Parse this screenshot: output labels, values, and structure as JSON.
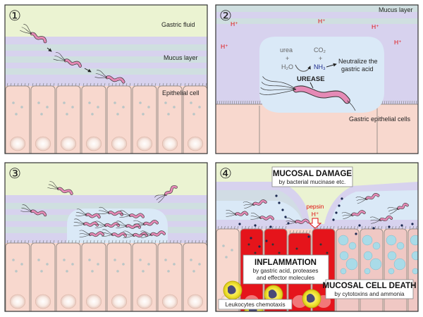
{
  "panels": [
    {
      "number": "①",
      "labels": {
        "fluid": "Gastric fluid",
        "mucus": "Mucus layer",
        "epithelium": "Epithelial cell"
      }
    },
    {
      "number": "②",
      "labels": {
        "mucus": "Mucus layer",
        "epithelium": "Gastric epithelial cells",
        "proton": "H⁺",
        "urea": "urea",
        "plus1": "+",
        "h2o": "H₂O",
        "co2": "CO₂",
        "plus2": "+",
        "nh3": "NH₃",
        "neutralize_1": "Neutralize the",
        "neutralize_2": "gastric acid",
        "urease": "UREASE"
      }
    },
    {
      "number": "③",
      "labels": {}
    },
    {
      "number": "④",
      "labels": {
        "damage_title": "MUCOSAL DAMAGE",
        "damage_sub": "by bacterial mucinase etc.",
        "pepsin": "pepsin",
        "proton": "H⁺",
        "inflam_title": "INFLAMMATION",
        "inflam_sub1": "by gastric acid, proteases",
        "inflam_sub2": "and effector molecules",
        "death_title": "MUCOSAL CELL DEATH",
        "death_sub": "by cytotoxins and ammonia",
        "leuko": "Leukocytes chemotaxis"
      }
    }
  ],
  "colors": {
    "fluid": "#ebf3d2",
    "mucus_purple": "#d7d2ee",
    "mucus_stripe": "#cfdfe0",
    "cell_fill": "#f8d8ce",
    "cell_border": "#9a8f8a",
    "bacterium": "#e58ab6",
    "bubble": "#dae9f7",
    "red_cells": "#e5141b",
    "blue_cells": "#a9dbe8",
    "text_red": "#e01010"
  }
}
